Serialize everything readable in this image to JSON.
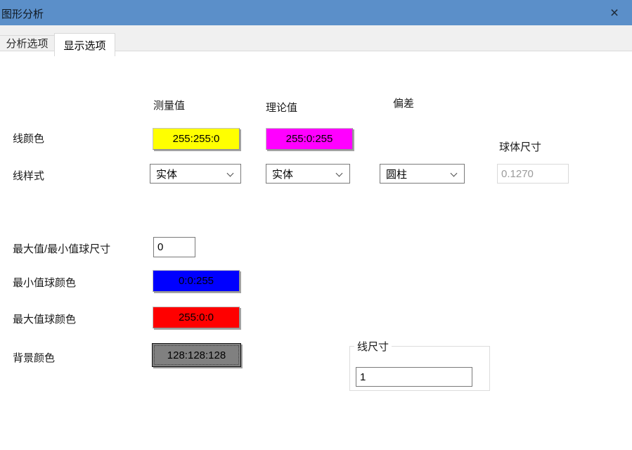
{
  "window": {
    "title": "图形分析"
  },
  "titlebar": {
    "close_icon": "×"
  },
  "tabs": {
    "analysis": "分析选项",
    "display": "显示选项"
  },
  "headers": {
    "measured": "测量值",
    "theoretical": "理论值",
    "deviation": "偏差"
  },
  "labels": {
    "line_color": "线颜色",
    "line_style": "线样式",
    "sphere_size": "球体尺寸",
    "minmax_sphere_size": "最大值/最小值球尺寸",
    "min_sphere_color": "最小值球颜色",
    "max_sphere_color": "最大值球颜色",
    "background_color": "背景颜色",
    "line_size": "线尺寸"
  },
  "controls": {
    "measured_line_color": {
      "text": "255:255:0",
      "color": "#ffff00"
    },
    "theoretical_line_color": {
      "text": "255:0:255",
      "color": "#ff00ff"
    },
    "measured_line_style": "实体",
    "theoretical_line_style": "实体",
    "deviation_display": "圆柱",
    "sphere_size": "0.1270",
    "minmax_sphere_size": "0",
    "min_sphere_color": {
      "text": "0:0:255",
      "color": "#0000ff"
    },
    "max_sphere_color": {
      "text": "255:0:0",
      "color": "#ff0000"
    },
    "background_color": {
      "text": "128:128:128",
      "color": "#808080"
    },
    "line_size": "1"
  },
  "colors": {
    "titlebar": "#5b8fc9",
    "tab_strip": "#f0f0f0",
    "pane": "#ffffff"
  }
}
